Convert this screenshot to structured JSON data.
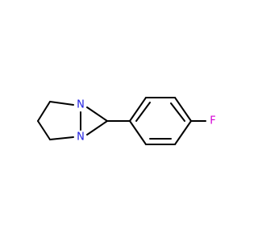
{
  "molecule": {
    "atoms": {
      "n1": {
        "symbol": "N",
        "color": "#1f1fe0"
      },
      "n2": {
        "symbol": "N",
        "color": "#1f1fe0"
      },
      "f": {
        "symbol": "F",
        "color": "#d400d4"
      }
    },
    "colors": {
      "bond": "#000000",
      "background": "#ffffff"
    }
  }
}
